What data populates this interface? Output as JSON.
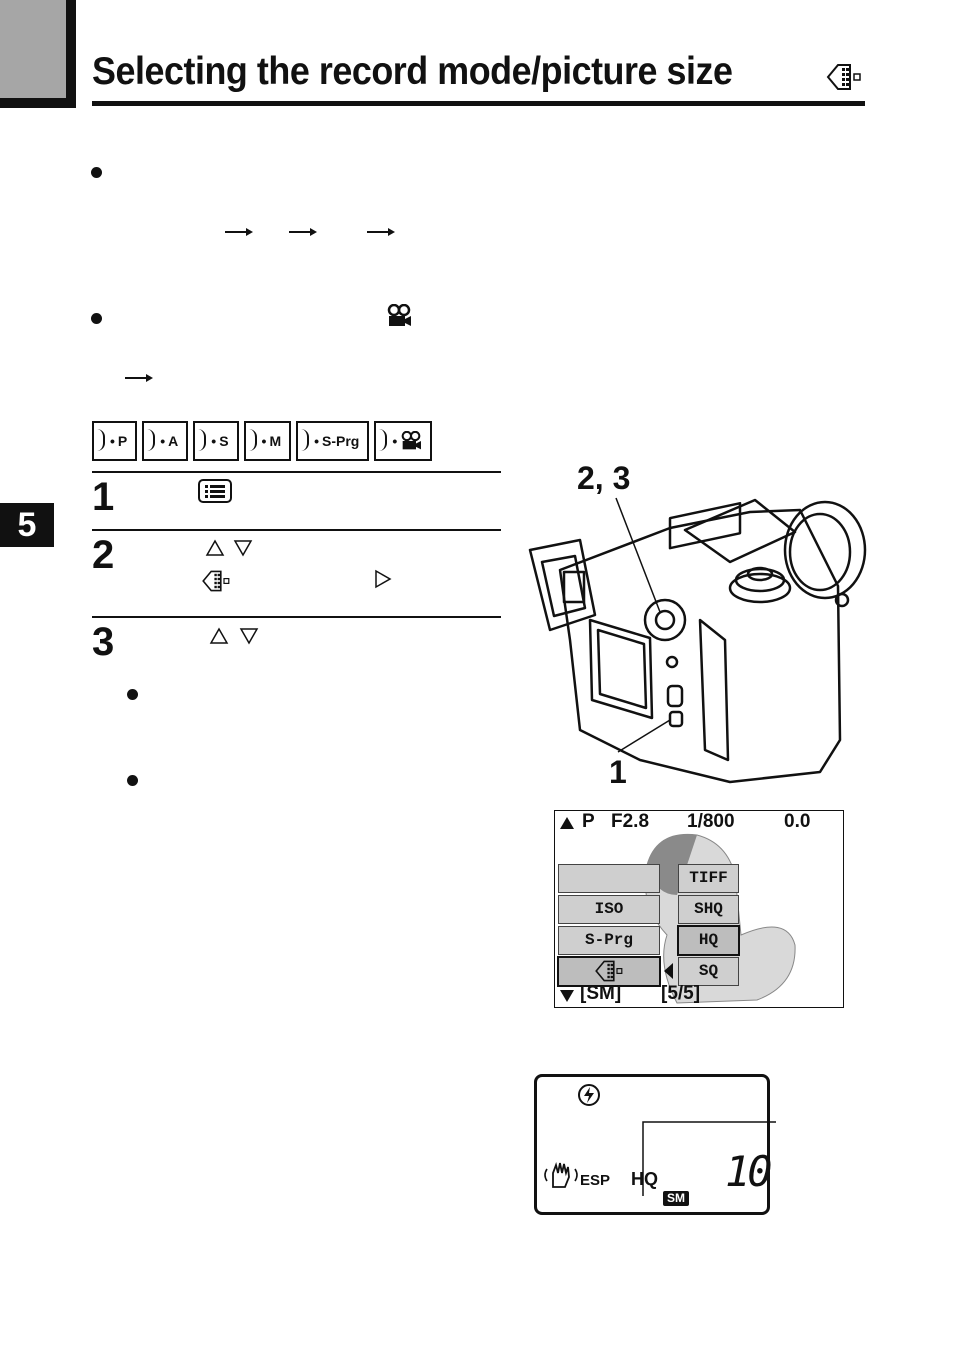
{
  "header": {
    "title": "Selecting the record mode/picture size",
    "chapter": "5"
  },
  "modes": [
    "P",
    "A",
    "S",
    "M",
    "S-Prg",
    "movie"
  ],
  "steps": [
    {
      "number": "1"
    },
    {
      "number": "2"
    },
    {
      "number": "3"
    }
  ],
  "camera_labels": {
    "callout_top": "2, 3",
    "callout_bottom": "1"
  },
  "lcd_screen": {
    "status_line": [
      "P",
      "F2.8",
      "1/800",
      "0.0"
    ],
    "left_menu": [
      "",
      "ISO",
      "S-Prg",
      "record-mode-icon"
    ],
    "right_menu": [
      "TIFF",
      "SHQ",
      "HQ",
      "SQ"
    ],
    "selected_right": "HQ",
    "footer_mode": "[SM]",
    "footer_page": "[5/5]"
  },
  "control_panel": {
    "metering": "ESP",
    "quality": "HQ",
    "size": "SM",
    "frames": "10"
  },
  "colors": {
    "menu_fill": "#cfcfcf",
    "tab_gray": "#a6a6a6"
  }
}
